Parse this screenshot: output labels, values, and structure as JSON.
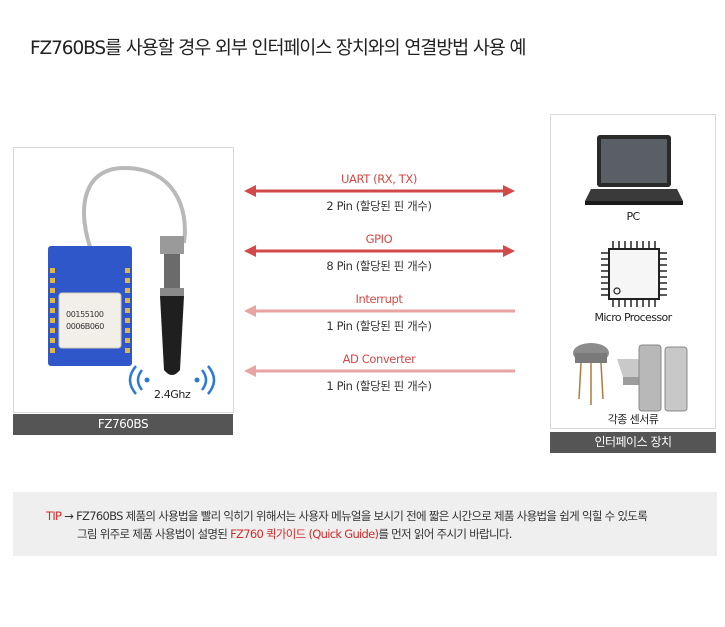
{
  "title": "FZ760BS를 사용할 경우 외부 인터페이스 장치와의 연결방법 사용 예",
  "module": {
    "caption": "FZ760BS",
    "chip_line1": "00155100",
    "chip_line2": "0006B060",
    "freq": "2.4Ghz"
  },
  "connections": [
    {
      "name": "UART (RX, TX)",
      "pins": "2 Pin (할당된 핀 개수)",
      "direction": "both",
      "color": "#d04a4a"
    },
    {
      "name": "GPIO",
      "pins": "8 Pin (할당된 핀 개수)",
      "direction": "both",
      "color": "#d04a4a"
    },
    {
      "name": "Interrupt",
      "pins": "1 Pin (할당된 핀 개수)",
      "direction": "left",
      "color": "#e8a3a3"
    },
    {
      "name": "AD Converter",
      "pins": "1 Pin (할당된 핀 개수)",
      "direction": "left",
      "color": "#e8a3a3"
    }
  ],
  "devices": {
    "caption": "인터페이스 장치",
    "items": [
      "PC",
      "Micro Processor",
      "각종 센서류"
    ]
  },
  "tip": {
    "label": "TIP",
    "arrow": "→",
    "line1": "FZ760BS 제품의 사용법을 빨리 익히기 위해서는 사용자 메뉴얼을 보시기 전에 짧은 시간으로 제품 사용법을 쉽게 익힐 수 있도록",
    "line2_pre": "그림 위주로 제품 사용법이 설명된",
    "line2_link": "FZ760 퀵가이드 (Quick Guide)",
    "line2_post": "를 먼저 읽어 주시기 바랍니다."
  },
  "colors": {
    "accent_red": "#d04a4a",
    "light_red": "#e8a3a3",
    "caption_bg": "#555555",
    "tip_bg": "#efefef"
  }
}
